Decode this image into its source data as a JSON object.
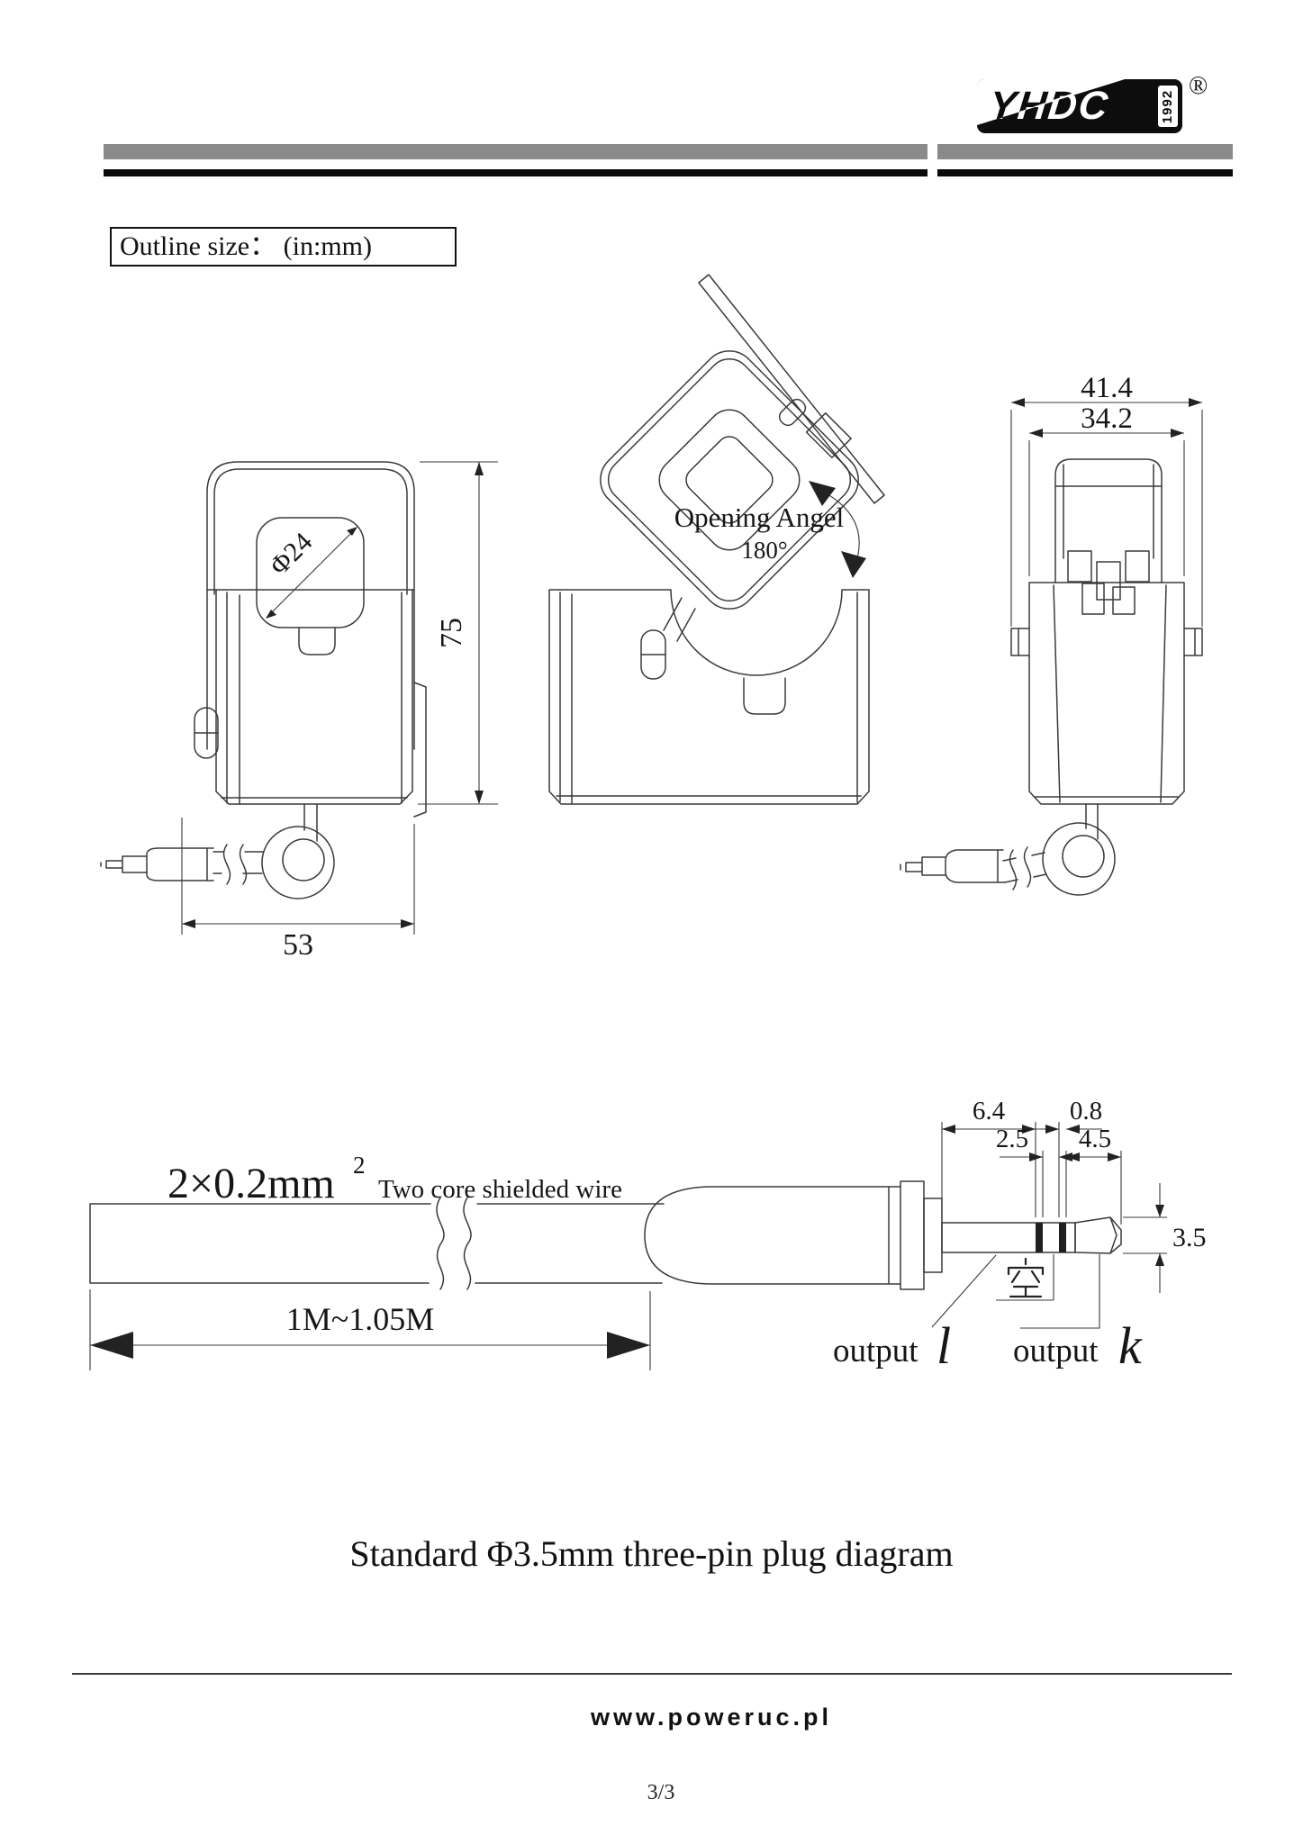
{
  "header": {
    "logo_text": "YHDC",
    "logo_year": "1992",
    "registered": "®"
  },
  "outline_label": "Outline size：  (in:mm)",
  "views": {
    "front": {
      "hole_dia": "Φ24",
      "height": "75",
      "width": "53"
    },
    "open": {
      "label": "Opening Angel",
      "angle": "180°"
    },
    "side": {
      "outer_width": "41.4",
      "inner_width": "34.2"
    }
  },
  "plug": {
    "wire_spec": "2×0.2mm",
    "wire_spec_exp": "2",
    "wire_desc": "Two core shielded wire",
    "cable_length": "1M~1.05M",
    "dim_sleeve": "6.4",
    "dim_insulator": "0.8",
    "dim_ring": "2.5",
    "dim_tip": "4.5",
    "dim_dia": "3.5",
    "empty_label": "空",
    "output_l_text": "output",
    "output_l_sym": "l",
    "output_k_text": "output",
    "output_k_sym": "k"
  },
  "caption": "Standard Φ3.5mm three-pin plug diagram",
  "footer": {
    "site": "www.poweruc.pl",
    "page": "3/3"
  }
}
